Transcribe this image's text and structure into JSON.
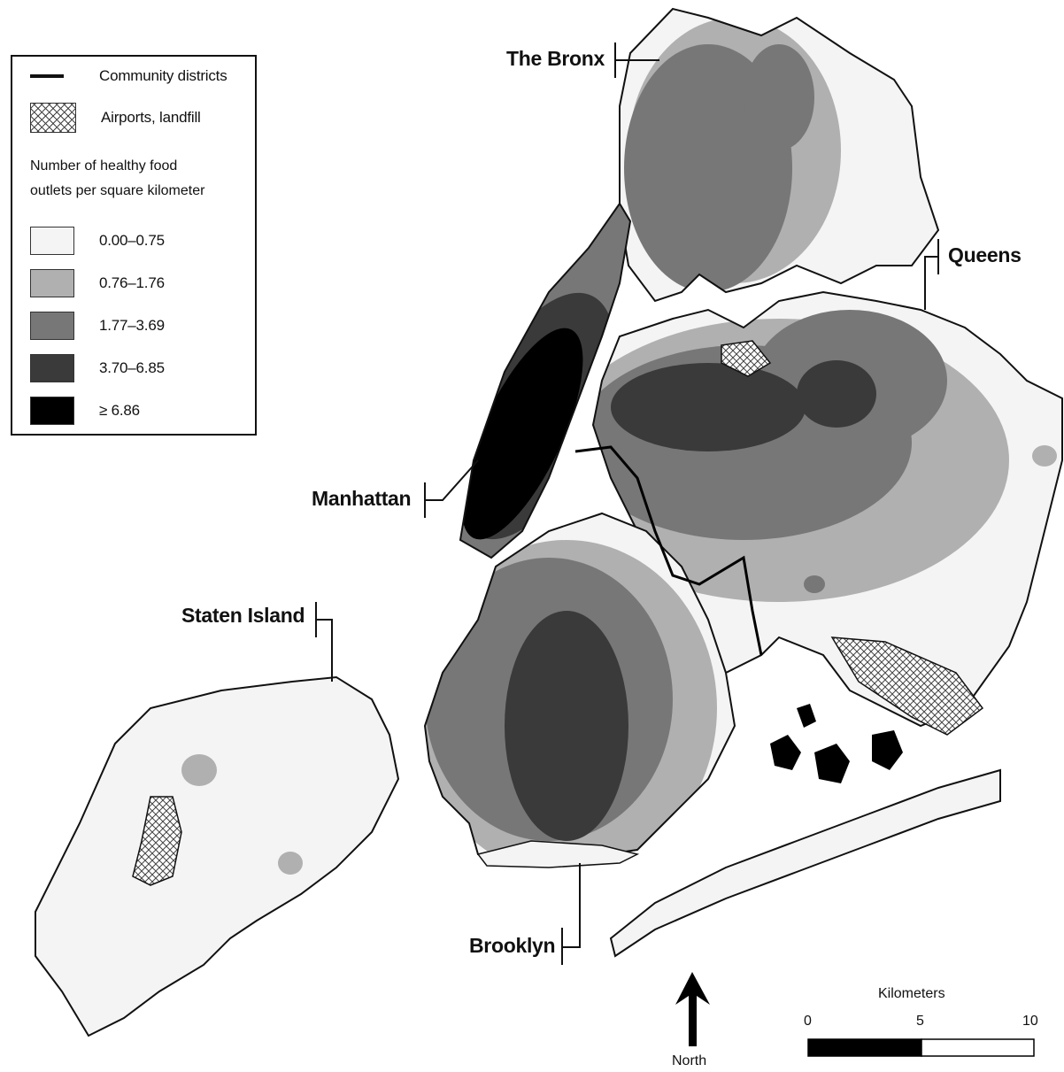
{
  "legend": {
    "districts_label": "Community districts",
    "airports_label": "Airports, landfill",
    "heading_line1": "Number of healthy food",
    "heading_line2": "outlets per square kilometer",
    "classes": [
      {
        "label": "0.00–0.75",
        "color": "#f4f4f4"
      },
      {
        "label": "0.76–1.76",
        "color": "#b0b0b0"
      },
      {
        "label": "1.77–3.69",
        "color": "#777777"
      },
      {
        "label": "3.70–6.85",
        "color": "#3a3a3a"
      },
      {
        "label": "≥ 6.86",
        "color": "#000000"
      }
    ]
  },
  "boroughs": {
    "bronx": "The Bronx",
    "queens": "Queens",
    "manhattan": "Manhattan",
    "staten_island": "Staten Island",
    "brooklyn": "Brooklyn"
  },
  "north_arrow": {
    "label": "North",
    "icon": "north-arrow-icon"
  },
  "scale_bar": {
    "title": "Kilometers",
    "ticks": [
      "0",
      "5",
      "10"
    ]
  }
}
